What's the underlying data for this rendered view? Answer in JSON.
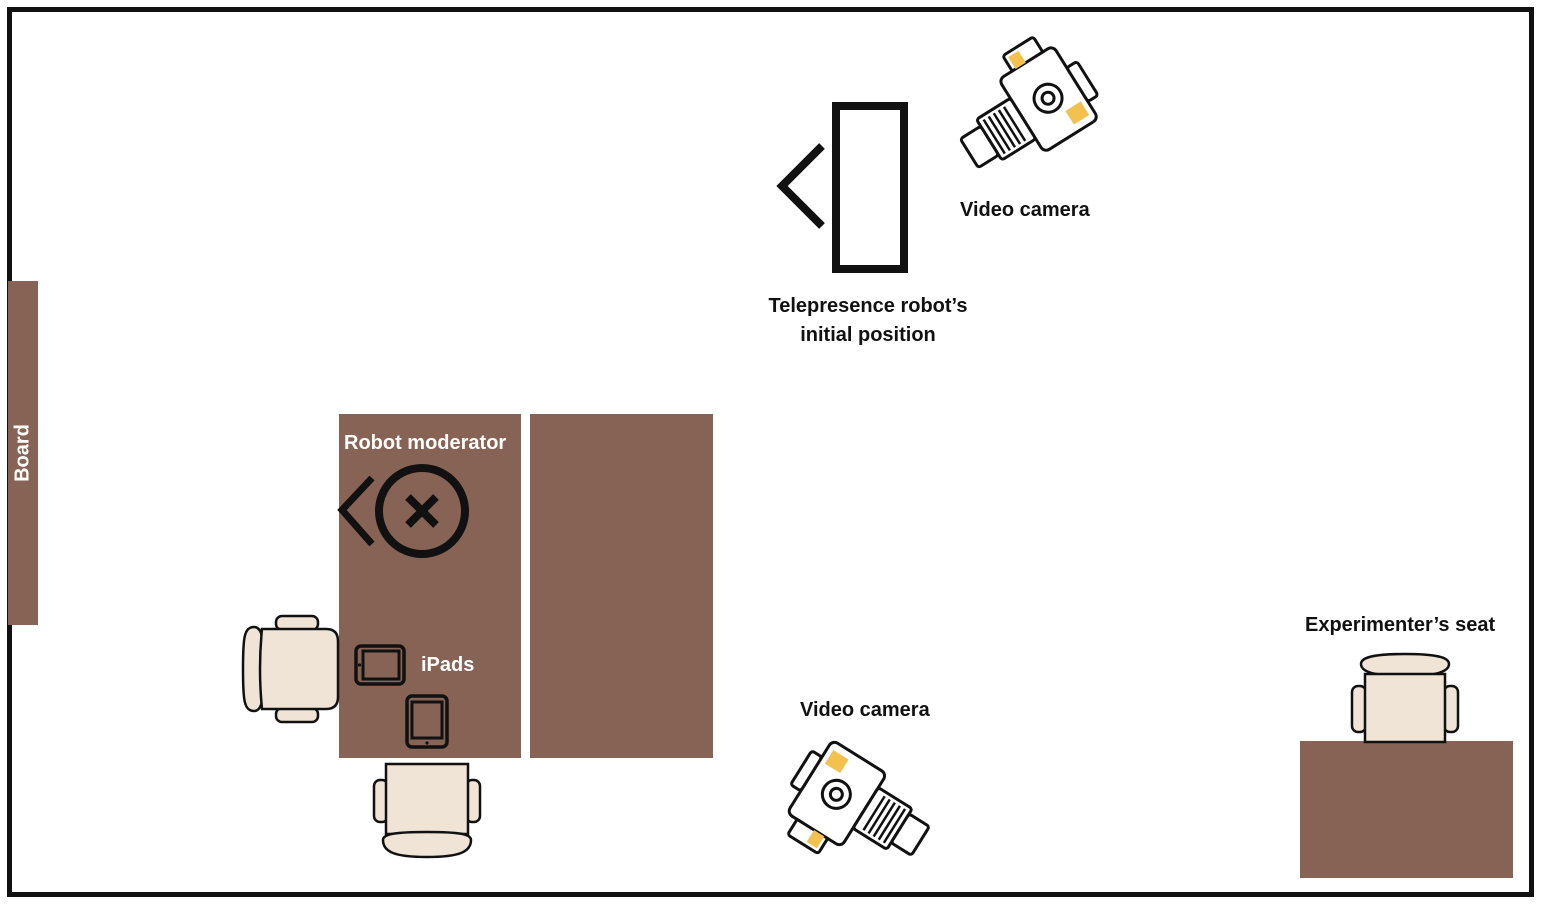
{
  "labels": {
    "board": "Board",
    "robot_moderator": "Robot moderator",
    "ipads": "iPads",
    "video_camera_top": "Video camera",
    "video_camera_bottom": "Video camera",
    "telepresence_line1": "Telepresence robot’s",
    "telepresence_line2": "initial position",
    "experimenter_seat": "Experimenter’s seat"
  },
  "icons": {
    "camera": "video-camera-icon",
    "chair": "chair-icon",
    "tablet": "tablet-icon",
    "robot": "robot-moderator-icon",
    "telepresence": "telepresence-robot-icon"
  },
  "colors": {
    "furniture": "#876356",
    "chair": "#efe4d5",
    "camera_accent": "#f2c14e",
    "outline": "#111111"
  }
}
